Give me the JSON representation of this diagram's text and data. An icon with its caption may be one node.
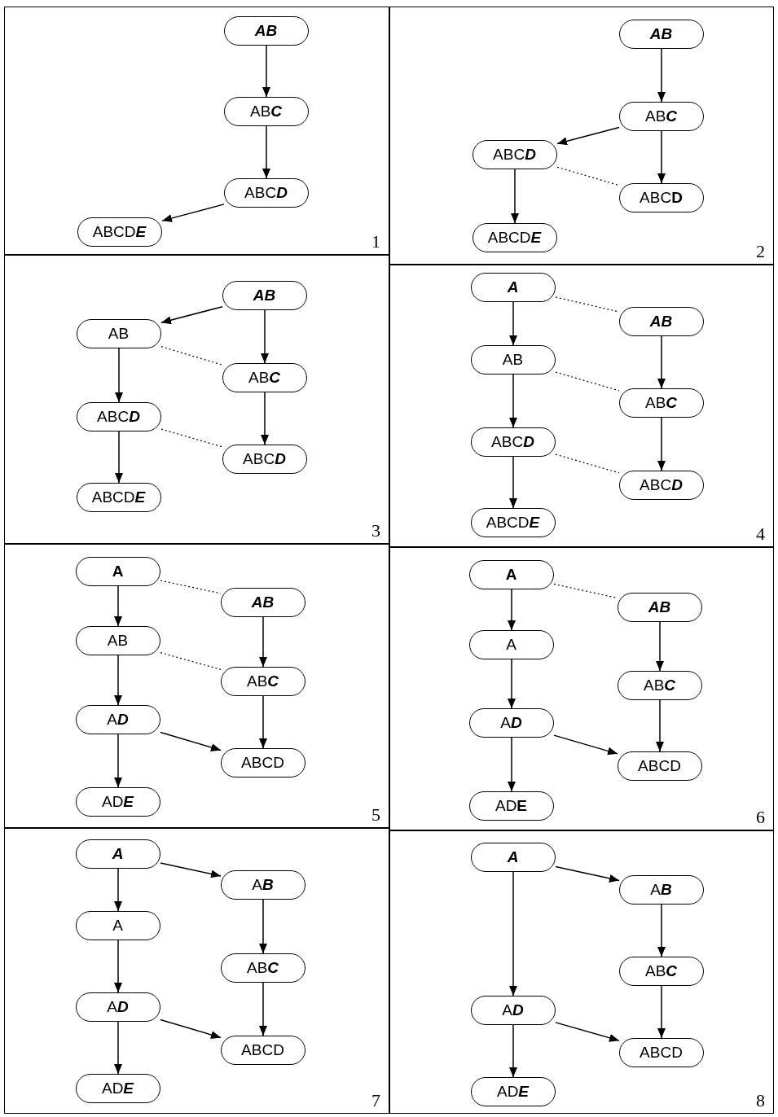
{
  "diagram": {
    "nodes": [
      {
        "text": [
          "1"
        ]
      },
      {
        "text": [
          "AB"
        ],
        "in": 0
      },
      {
        "text": [
          "AB**C**"
        ],
        "in": 0
      },
      {
        "text": [
          "ABC**D**"
        ],
        "in": 0
      },
      {
        "text": [
          "ABCD**E**"
        ],
        "in": 0
      },
      {
        "text": [
          "2"
        ]
      },
      {
        "text": [
          "AB"
        ],
        "in": 5
      },
      {
        "text": [
          "AB**C**"
        ],
        "in": 5
      },
      {
        "text": [
          "ABC**D**"
        ],
        "in": 5
      },
      {
        "text": [
          "ABC**D**"
        ],
        "in": 5
      },
      {
        "text": [
          "ABCD**E**"
        ],
        "in": 5
      },
      {
        "text": [
          "3"
        ]
      },
      {
        "text": [
          "AB"
        ],
        "in": 11
      },
      {
        "text": [
          "AB"
        ],
        "in": 11
      },
      {
        "text": [
          "AB**C**"
        ],
        "in": 11
      },
      {
        "text": [
          "ABC**D**"
        ],
        "in": 11
      },
      {
        "text": [
          "ABC**D**"
        ],
        "in": 11
      },
      {
        "text": [
          "ABCD**E**"
        ],
        "in": 11
      },
      {
        "text": [
          "4"
        ]
      },
      {
        "text": [
          "A"
        ],
        "in": 18
      },
      {
        "text": [
          "AB"
        ],
        "in": 18
      },
      {
        "text": [
          "AB"
        ],
        "in": 18
      },
      {
        "text": [
          "AB**C**"
        ],
        "in": 18
      },
      {
        "text": [
          "ABC**D**"
        ],
        "in": 18
      },
      {
        "text": [
          "ABC**D**"
        ],
        "in": 18
      },
      {
        "text": [
          "ABCD**E**"
        ],
        "in": 18
      },
      {
        "text": [
          "5"
        ]
      },
      {
        "text": [
          "A"
        ],
        "in": 26
      },
      {
        "text": [
          "AB"
        ],
        "in": 26
      },
      {
        "text": [
          "AB"
        ],
        "in": 26
      },
      {
        "text": [
          "AB**C**"
        ],
        "in": 26
      },
      {
        "text": [
          "A**D**"
        ],
        "in": 26
      },
      {
        "text": [
          "ABCD"
        ],
        "in": 26
      },
      {
        "text": [
          "AD**E**"
        ],
        "in": 26
      },
      {
        "text": [
          "6"
        ]
      },
      {
        "text": [
          "A"
        ],
        "in": 34
      },
      {
        "text": [
          "AB"
        ],
        "in": 34
      },
      {
        "text": [
          "A"
        ],
        "in": 34
      },
      {
        "text": [
          "AB**C**"
        ],
        "in": 34
      },
      {
        "text": [
          "A**D**"
        ],
        "in": 34
      },
      {
        "text": [
          "ABCD"
        ],
        "in": 34
      },
      {
        "text": [
          "AD**E**"
        ],
        "in": 34
      },
      {
        "text": [
          "7"
        ]
      },
      {
        "text": [
          "A"
        ],
        "in": 42
      },
      {
        "text": [
          "A**B**"
        ],
        "in": 42
      },
      {
        "text": [
          "A"
        ],
        "in": 42
      },
      {
        "text": [
          "AB**C**"
        ],
        "in": 42
      },
      {
        "text": [
          "A**D**"
        ],
        "in": 42
      },
      {
        "text": [
          "ABCD"
        ],
        "in": 42
      },
      {
        "text": [
          "AD**E**"
        ],
        "in": 42
      },
      {
        "text": [
          "8"
        ]
      },
      {
        "text": [
          "A"
        ],
        "in": 50
      },
      {
        "text": [
          "A**B**"
        ],
        "in": 50
      },
      {
        "text": [
          "AB**C**"
        ],
        "in": 50
      },
      {
        "text": [
          "A**D**"
        ],
        "in": 50
      },
      {
        "text": [
          "ABCD"
        ],
        "in": 50
      },
      {
        "text": [
          "AD**E**"
        ],
        "in": 50
      }
    ],
    "edges": [
      {
        "from": 1,
        "to": 2,
        "arrow": "to"
      },
      {
        "from": 2,
        "to": 3,
        "arrow": "to"
      },
      {
        "from": 3,
        "to": 4,
        "arrow": "to"
      },
      {
        "from": 6,
        "to": 7,
        "arrow": "to"
      },
      {
        "from": 7,
        "to": 8,
        "arrow": "to"
      },
      {
        "from": 7,
        "to": 9,
        "arrow": "to"
      },
      {
        "from": 8,
        "to": 9,
        "arrow": "none",
        "style": "dashed"
      },
      {
        "from": 8,
        "to": 10,
        "arrow": "to"
      },
      {
        "from": 12,
        "to": 13,
        "arrow": "to"
      },
      {
        "from": 12,
        "to": 14,
        "arrow": "to"
      },
      {
        "from": 13,
        "to": 14,
        "arrow": "none",
        "style": "dashed"
      },
      {
        "from": 13,
        "to": 15,
        "arrow": "to"
      },
      {
        "from": 14,
        "to": 16,
        "arrow": "to"
      },
      {
        "from": 15,
        "to": 16,
        "arrow": "none",
        "style": "dashed"
      },
      {
        "from": 15,
        "to": 17,
        "arrow": "to"
      },
      {
        "from": 19,
        "to": 20,
        "arrow": "none",
        "style": "dashed"
      },
      {
        "from": 19,
        "to": 21,
        "arrow": "to"
      },
      {
        "from": 20,
        "to": 22,
        "arrow": "to"
      },
      {
        "from": 21,
        "to": 22,
        "arrow": "none",
        "style": "dashed"
      },
      {
        "from": 21,
        "to": 23,
        "arrow": "to"
      },
      {
        "from": 22,
        "to": 24,
        "arrow": "to"
      },
      {
        "from": 23,
        "to": 24,
        "arrow": "none",
        "style": "dashed"
      },
      {
        "from": 23,
        "to": 25,
        "arrow": "to"
      },
      {
        "from": 27,
        "to": 28,
        "arrow": "none",
        "style": "dashed"
      },
      {
        "from": 27,
        "to": 29,
        "arrow": "to"
      },
      {
        "from": 28,
        "to": 30,
        "arrow": "to"
      },
      {
        "from": 29,
        "to": 30,
        "arrow": "none",
        "style": "dashed"
      },
      {
        "from": 29,
        "to": 31,
        "arrow": "to"
      },
      {
        "from": 30,
        "to": 32,
        "arrow": "to"
      },
      {
        "from": 31,
        "to": 32,
        "arrow": "to"
      },
      {
        "from": 31,
        "to": 33,
        "arrow": "to"
      },
      {
        "from": 35,
        "to": 36,
        "arrow": "none",
        "style": "dashed"
      },
      {
        "from": 35,
        "to": 37,
        "arrow": "to"
      },
      {
        "from": 36,
        "to": 38,
        "arrow": "to"
      },
      {
        "from": 37,
        "to": 39,
        "arrow": "to"
      },
      {
        "from": 38,
        "to": 40,
        "arrow": "to"
      },
      {
        "from": 39,
        "to": 40,
        "arrow": "to"
      },
      {
        "from": 39,
        "to": 41,
        "arrow": "to"
      },
      {
        "from": 43,
        "to": 44,
        "arrow": "to"
      },
      {
        "from": 43,
        "to": 45,
        "arrow": "to"
      },
      {
        "from": 44,
        "to": 46,
        "arrow": "to"
      },
      {
        "from": 45,
        "to": 47,
        "arrow": "to"
      },
      {
        "from": 46,
        "to": 48,
        "arrow": "to"
      },
      {
        "from": 47,
        "to": 48,
        "arrow": "to"
      },
      {
        "from": 47,
        "to": 49,
        "arrow": "to"
      },
      {
        "from": 51,
        "to": 52,
        "arrow": "to"
      },
      {
        "from": 51,
        "to": 54,
        "arrow": "to"
      },
      {
        "from": 52,
        "to": 53,
        "arrow": "to"
      },
      {
        "from": 53,
        "to": 55,
        "arrow": "to"
      },
      {
        "from": 54,
        "to": 55,
        "arrow": "to"
      },
      {
        "from": 54,
        "to": 56,
        "arrow": "to"
      }
    ]
  }
}
